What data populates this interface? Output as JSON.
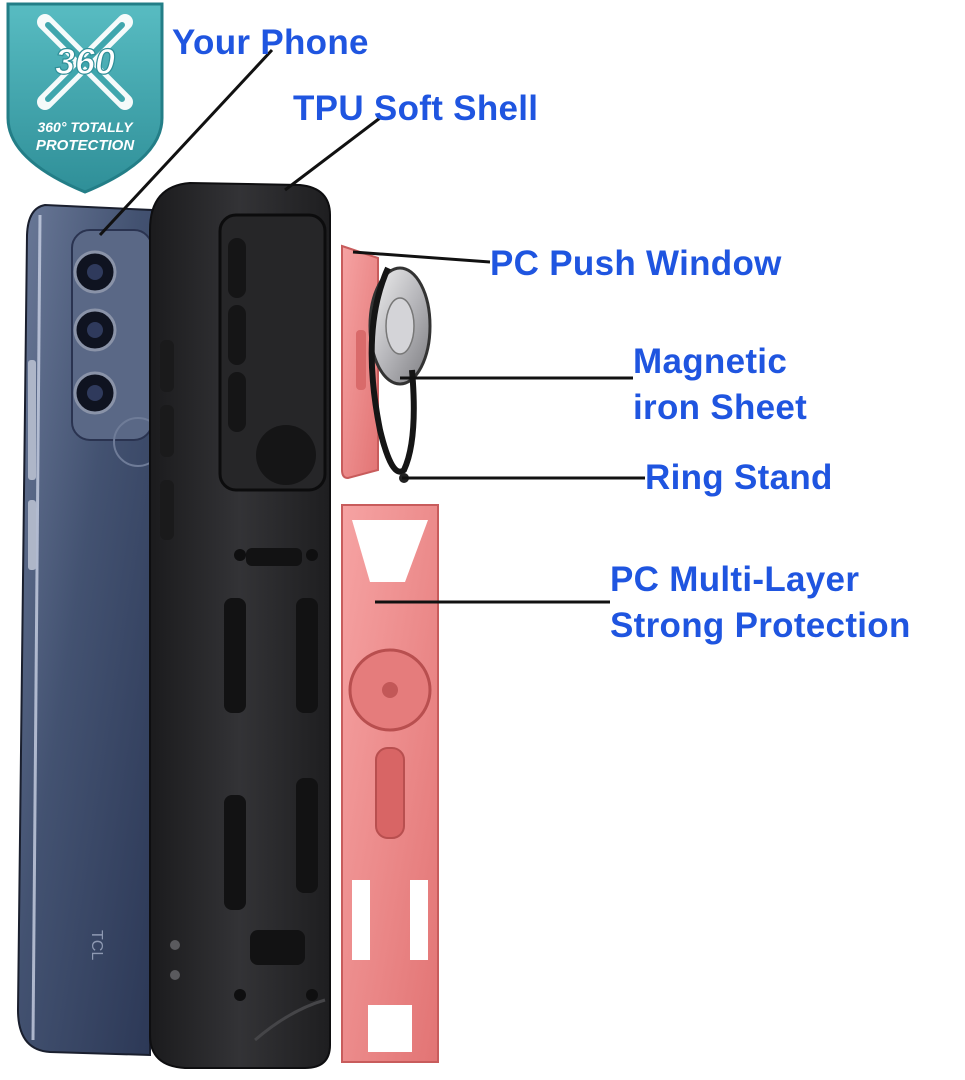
{
  "badge": {
    "number": "360",
    "line1": "360° TOTALLY",
    "line2": "PROTECTION"
  },
  "phone": {
    "brand": "TCL"
  },
  "labels": {
    "your_phone": "Your Phone",
    "tpu_soft_shell": "TPU Soft Shell",
    "pc_push_window": "PC Push Window",
    "magnetic_iron_sheet": "Magnetic\niron Sheet",
    "ring_stand": "Ring Stand",
    "pc_multi_layer": "PC Multi-Layer\nStrong Protection"
  },
  "colors": {
    "label_text": "#1f55e0",
    "badge_fill": "#3fa6ad",
    "pink_parts": "#ee8a8a",
    "tpu_shell": "#2a2a2c",
    "phone_back": "#4c5a7a"
  }
}
